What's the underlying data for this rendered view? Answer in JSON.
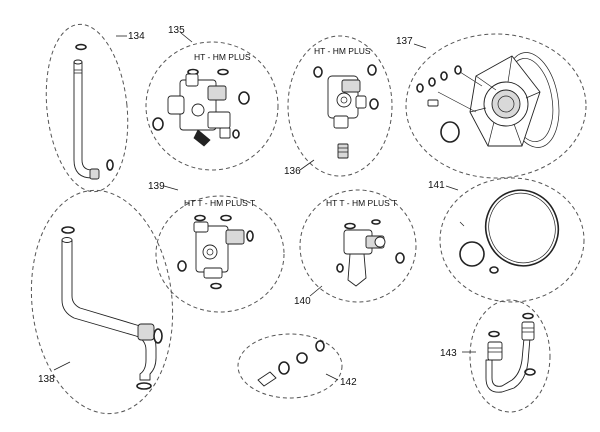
{
  "groups": [
    {
      "number": "134"
    },
    {
      "number": "135",
      "caption": "HT - HM PLUS"
    },
    {
      "number": "136",
      "caption": "HT - HM PLUS"
    },
    {
      "number": "137"
    },
    {
      "number": "138"
    },
    {
      "number": "139",
      "caption": "HT T - HM PLUS T"
    },
    {
      "number": "140",
      "caption": "HT T - HM PLUS T"
    },
    {
      "number": "141"
    },
    {
      "number": "142"
    },
    {
      "number": "143"
    }
  ]
}
